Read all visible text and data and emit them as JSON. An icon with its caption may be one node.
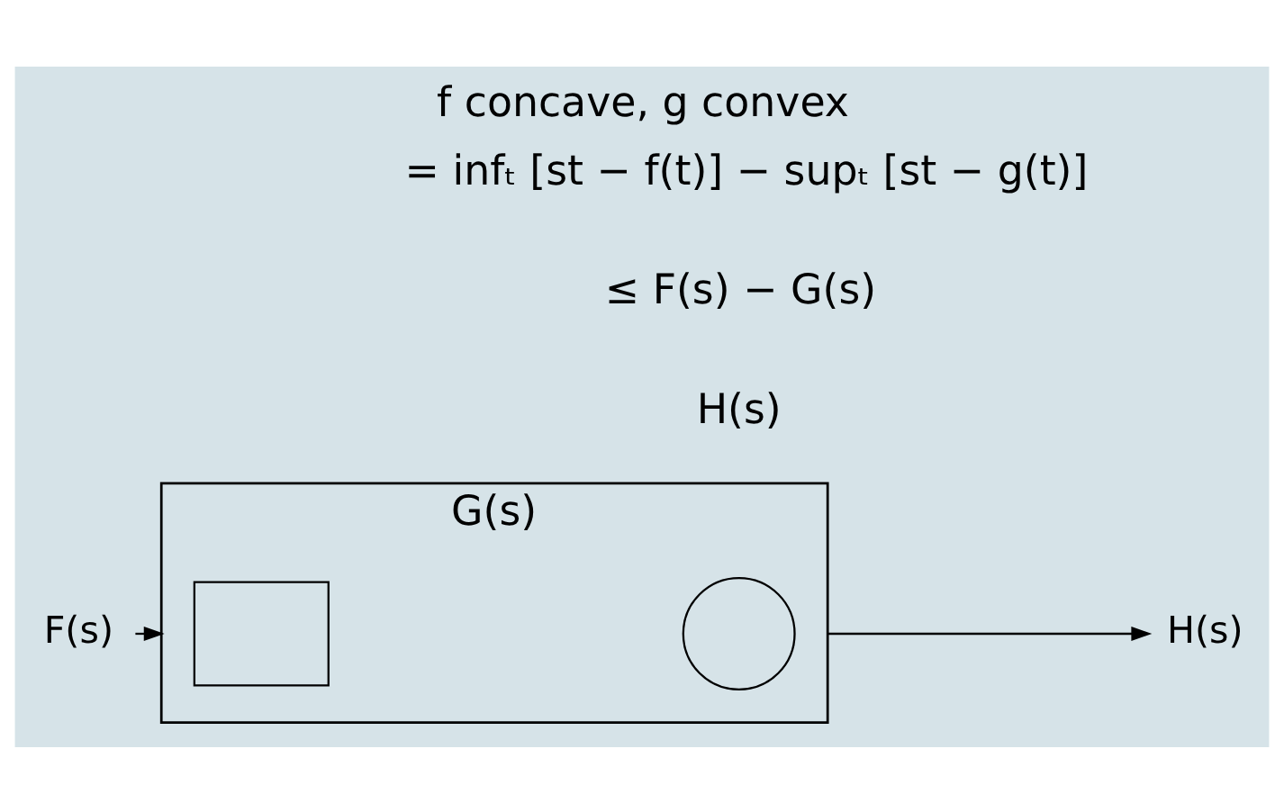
{
  "diagram": {
    "title": "f concave, g convex",
    "nodes": [
      {
        "text": [
          "F(s)"
        ]
      },
      {
        "text": [
          "G(s)"
        ]
      },
      {
        "text": [],
        "shape": "box",
        "in": 1
      },
      {
        "text": [],
        "shape": "circle",
        "in": 1
      },
      {
        "text": [
          "H(s)"
        ]
      }
    ],
    "edges": [
      {
        "from": 0,
        "to": 1,
        "arrow": "to"
      },
      {
        "from": 1,
        "to": 4,
        "arrow": "to"
      }
    ],
    "labels": [
      "H(s)",
      "≤ F(s) − G(s)",
      "= infₜ [st − f(t)] − supₜ [st − g(t)]"
    ]
  }
}
